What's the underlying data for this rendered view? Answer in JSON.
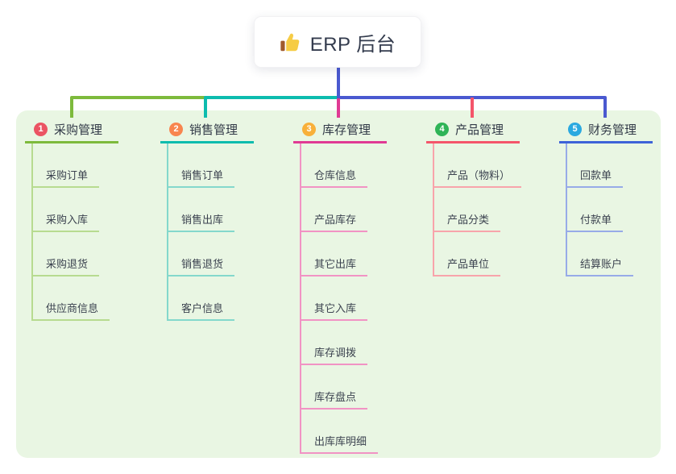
{
  "root": {
    "title": "ERP 后台",
    "icon": "thumbs-up",
    "line_color": "#4a59d0"
  },
  "branches": [
    {
      "badge": "1",
      "label": "采购管理",
      "badge_color": "#eb5463",
      "line_color": "#7dba3c",
      "child_line_color": "#b7db90",
      "children": [
        "采购订单",
        "采购入库",
        "采购退货",
        "供应商信息"
      ]
    },
    {
      "badge": "2",
      "label": "销售管理",
      "badge_color": "#f8854f",
      "line_color": "#0cbcae",
      "child_line_color": "#84d8cc",
      "children": [
        "销售订单",
        "销售出库",
        "销售退货",
        "客户信息"
      ]
    },
    {
      "badge": "3",
      "label": "库存管理",
      "badge_color": "#f8b03a",
      "line_color": "#e03a94",
      "child_line_color": "#f193c4",
      "children": [
        "仓库信息",
        "产品库存",
        "其它出库",
        "其它入库",
        "库存调拨",
        "库存盘点",
        "出库库明细"
      ]
    },
    {
      "badge": "4",
      "label": "产品管理",
      "badge_color": "#2fb457",
      "line_color": "#f4556a",
      "child_line_color": "#f8a4ab",
      "children": [
        "产品（物料）",
        "产品分类",
        "产品单位"
      ]
    },
    {
      "badge": "5",
      "label": "财务管理",
      "badge_color": "#2ba9e0",
      "line_color": "#3e63d8",
      "child_line_color": "#97abe8",
      "children": [
        "回款单",
        "付款单",
        "结算账户"
      ]
    }
  ],
  "colors": {
    "panel_bg": "#e9f6e3",
    "canvas_bg": "#ffffff",
    "icon_hand": "#f6cc45",
    "icon_cuff": "#a05a2e"
  }
}
